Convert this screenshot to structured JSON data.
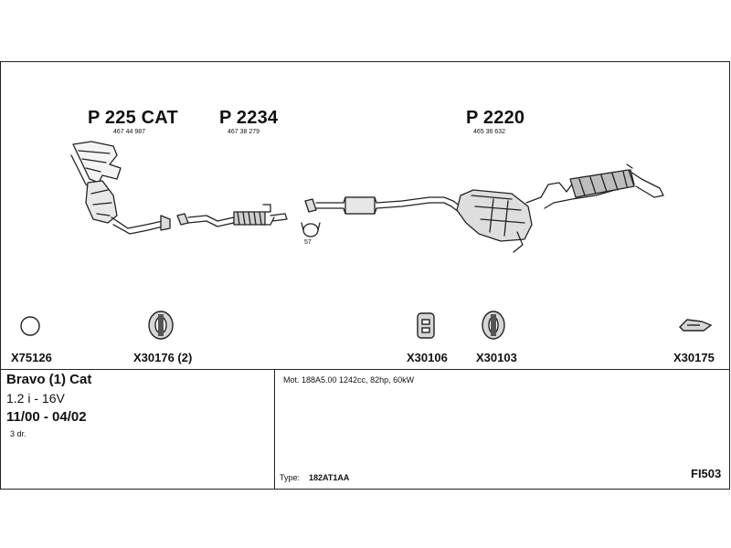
{
  "parts": [
    {
      "title": "P 225 CAT",
      "number": "467 44 987"
    },
    {
      "title": "P 2234",
      "number": "467 38 279"
    },
    {
      "title": "P 2220",
      "number": "465 36 632"
    }
  ],
  "clamp_label": "57",
  "accessories": [
    {
      "code": "X75126",
      "icon": "ring-icon"
    },
    {
      "code": "X30176 (2)",
      "icon": "rubber-hanger-icon"
    },
    {
      "code": "X30106",
      "icon": "rubber-block-icon"
    },
    {
      "code": "X30103",
      "icon": "rubber-hanger-icon"
    },
    {
      "code": "X30175",
      "icon": "bracket-icon"
    }
  ],
  "vehicle": {
    "model": "Bravo (1) Cat",
    "engine": "1.2 i - 16V",
    "years": "11/00 - 04/02",
    "doors": "3 dr."
  },
  "motor": "Mot. 188A5.00 1242cc, 82hp, 60kW",
  "type_label": "Type:",
  "type_value": "182AT1AA",
  "sheet_code": "FI503"
}
